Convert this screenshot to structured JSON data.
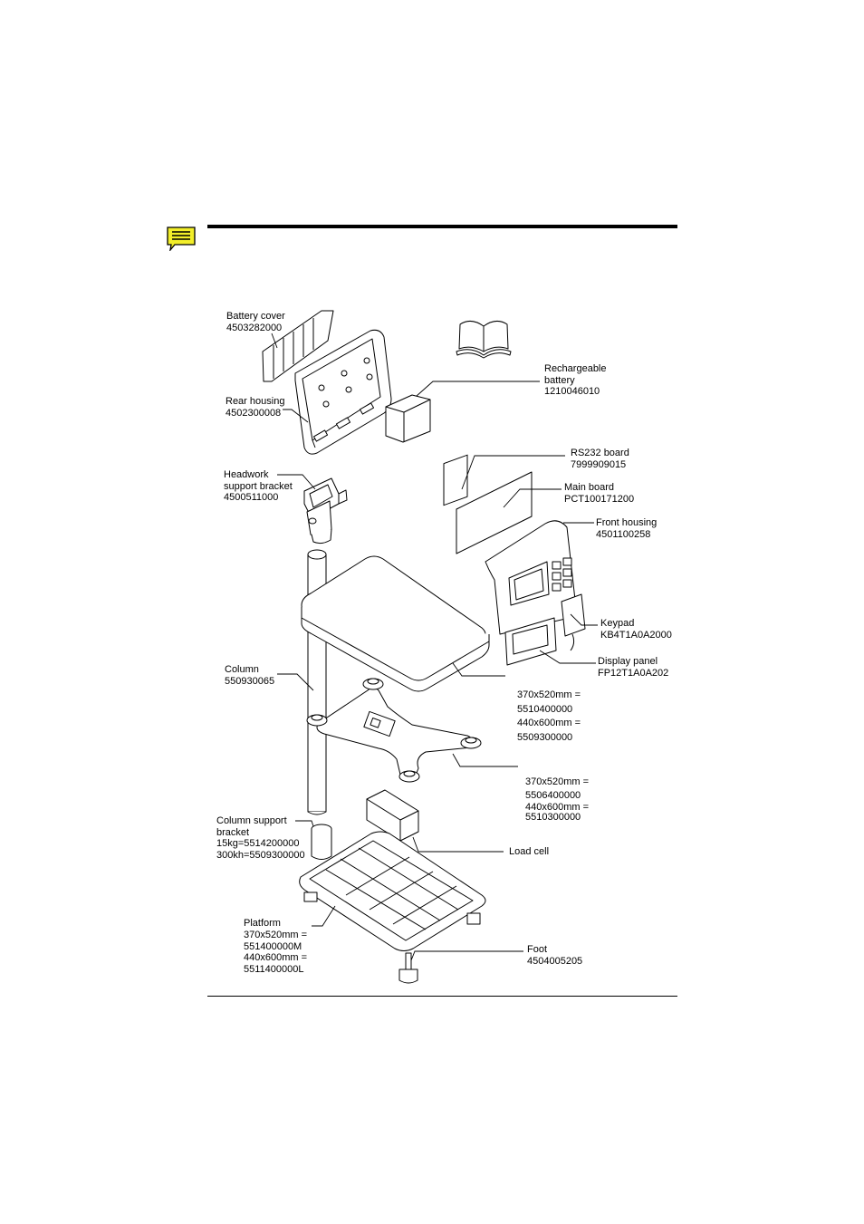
{
  "colors": {
    "rule": "#000000",
    "note_icon": "#f2ee2a",
    "line": "#000000",
    "part_fill": "#ffffff"
  },
  "icons": {
    "note": "note-icon",
    "manual": "open-book-icon"
  },
  "parts": {
    "battery_cover": {
      "name": "Battery cover",
      "code": "4503282000"
    },
    "rear_housing": {
      "name": "Rear housing",
      "code": "4502300008"
    },
    "rechargeable_battery": {
      "name_1": "Rechargeable",
      "name_2": "battery",
      "code": "1210046010"
    },
    "rs232_board": {
      "name": "RS232 board",
      "code": "7999909015"
    },
    "main_board": {
      "name": "Main board",
      "code": "PCT100171200"
    },
    "headwork_bracket": {
      "name_1": "Headwork",
      "name_2": "support bracket",
      "code": "4500511000"
    },
    "front_housing": {
      "name": "Front housing",
      "code": "4501100258"
    },
    "keypad": {
      "name": "Keypad",
      "code": "KB4T1A0A2000"
    },
    "display_panel": {
      "name": "Display panel",
      "code": "FP12T1A0A202"
    },
    "column": {
      "name": "Column",
      "code": "550930065"
    },
    "pan": {
      "l1": "370x520mm =",
      "l2": "5510400000",
      "l3": "440x600mm =",
      "l4": "5509300000"
    },
    "spider": {
      "l1": "370x520mm =",
      "l2": "5506400000",
      "l3": "440x600mm =",
      "l4": "5510300000"
    },
    "column_support": {
      "name_1": "Column support",
      "name_2": "bracket",
      "l3": "15kg=5514200000",
      "l4": "300kh=5509300000"
    },
    "load_cell": {
      "name": "Load cell"
    },
    "platform": {
      "name": "Platform",
      "l2": "370x520mm =",
      "l3": "551400000M",
      "l4": "440x600mm =",
      "l5": "5511400000L"
    },
    "foot": {
      "name": "Foot",
      "code": "4504005205"
    }
  }
}
